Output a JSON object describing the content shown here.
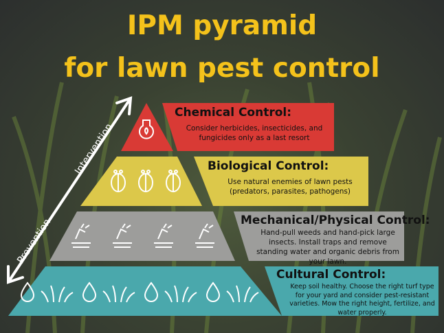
{
  "title": {
    "line1": "IPM pyramid",
    "line2": "for lawn pest control"
  },
  "axis": {
    "bottom_label": "Prevention",
    "top_label": "Intervention"
  },
  "tiers": [
    {
      "heading": "Chemical Control:",
      "description": "Consider herbicides, insecticides, and fungicides only as a last resort",
      "color": "#d93a35",
      "icon": "flask-leaf-icon"
    },
    {
      "heading": "Biological Control:",
      "description": "Use natural enemies of lawn pests (predators, parasites, pathogens)",
      "color": "#dcc84a",
      "icon": "ladybug-icon"
    },
    {
      "heading": "Mechanical/Physical Control:",
      "description": "Hand-pull weeds and hand-pick large insects. Install traps and remove standing water and organic debris from your lawn.",
      "color": "#9d9d9b",
      "icon": "hand-pull-weed-icon"
    },
    {
      "heading": "Cultural Control:",
      "description": "Keep soil healthy. Choose the right turf type for your yard and consider pest-resistant varieties. Mow the right height, fertilize, and water properly.",
      "color": "#4aa8ac",
      "icon": "water-drop-grass-icon"
    }
  ],
  "colors": {
    "title": "#f4c21b",
    "arrow": "#ffffff"
  }
}
